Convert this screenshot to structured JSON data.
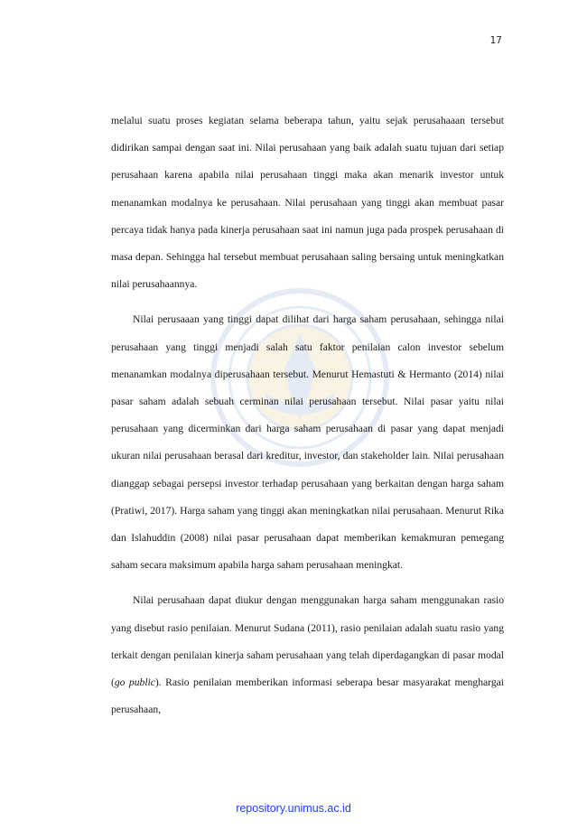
{
  "page": {
    "number": "17",
    "footer_link": "repository.unimus.ac.id",
    "footer_color": "#1f3ff5",
    "watermark_icon": "university-seal-icon"
  },
  "paragraphs": [
    {
      "text": "melalui suatu proses kegiatan selama beberapa tahun, yaitu sejak perusahaaan tersebut didirikan sampai dengan saat ini. Nilai perusahaan yang baik adalah suatu tujuan dari setiap perusahaan karena apabila nilai perusahaan tinggi maka akan menarik investor untuk menanamkan modalnya ke perusahaan. Nilai perusahaan yang tinggi akan membuat pasar percaya tidak hanya pada kinerja perusahaan saat ini namun juga pada prospek perusahaan di masa depan. Sehingga hal tersebut membuat perusahaan saling bersaing untuk meningkatkan nilai perusahaannya."
    },
    {
      "text": "Nilai perusaaan yang tinggi dapat dilihat dari harga saham perusahaan, sehingga nilai perusahaan yang tinggi menjadi salah satu faktor penilaian calon investor sebelum menanamkan modalnya diperusahaan tersebut. Menurut Hemastuti & Hermanto (2014) nilai pasar saham adalah sebuah cerminan nilai perusahaan tersebut. Nilai pasar yaitu nilai perusahaan yang dicerminkan dari harga saham perusahaan di pasar yang dapat menjadi ukuran nilai perusahaan berasal dari kreditur, investor, dan stakeholder lain.  Nilai perusahaan dianggap sebagai persepsi investor  terhadap perusahaan yang berkaitan dengan harga saham (Pratiwi, 2017). Harga saham yang tinggi akan meningkatkan nilai perusahaan. Menurut Rika dan Islahuddin (2008) nilai pasar perusahaan dapat memberikan kemakmuran pemegang saham secara maksimum apabila harga saham perusahaan meningkat."
    },
    {
      "text_before": "Nilai perusahaan dapat diukur dengan menggunakan harga saham menggunakan rasio yang disebut rasio penilaian. Menurut Sudana (2011), rasio penilaian adalah suatu rasio yang terkait dengan penilaian kinerja saham perusahaan yang telah diperdagangkan di pasar modal (",
      "text_italic": "go public",
      "text_after": "). Rasio penilaian memberikan informasi seberapa besar masyarakat menghargai perusahaan,"
    }
  ]
}
